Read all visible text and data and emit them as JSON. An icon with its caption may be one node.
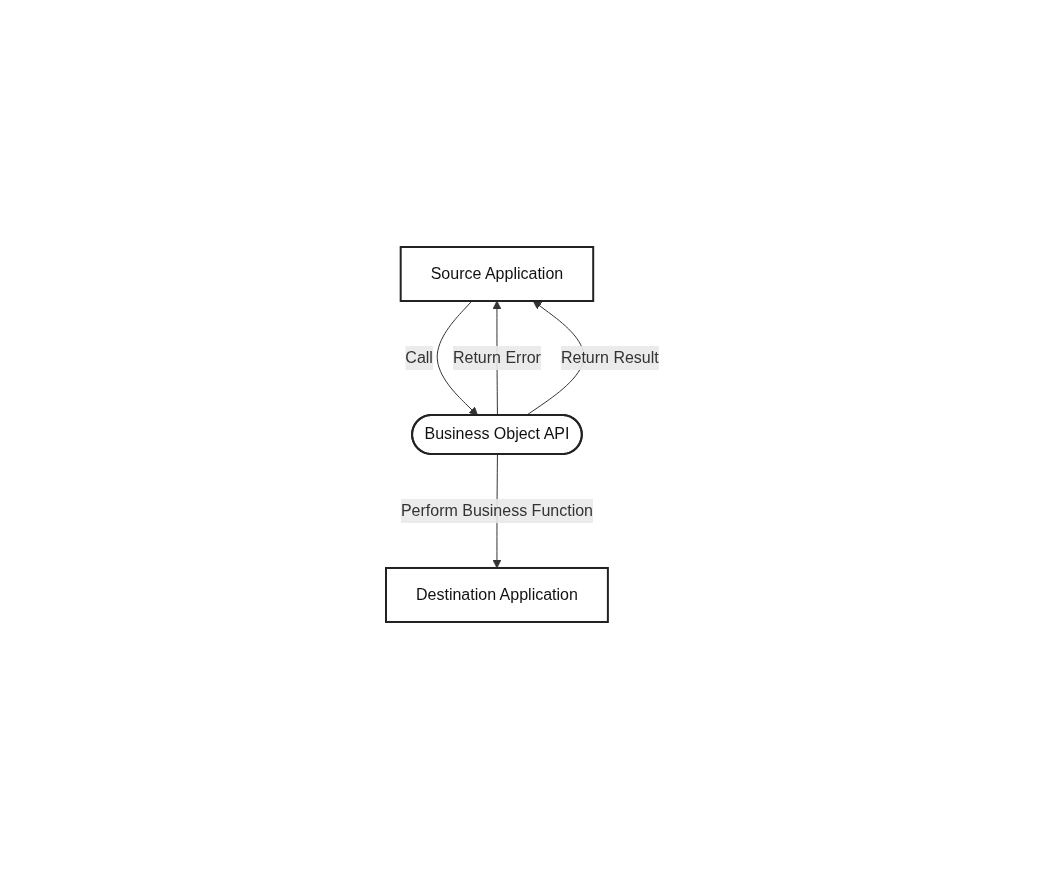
{
  "diagram": {
    "nodes": [
      {
        "text": [
          "Source Application"
        ]
      },
      {
        "text": [
          "Business Object API"
        ]
      },
      {
        "text": [
          "Destination Application"
        ]
      }
    ],
    "edges": [
      {
        "from": 0,
        "to": 1,
        "arrow": "to",
        "label": "Call"
      },
      {
        "from": 1,
        "to": 0,
        "arrow": "to",
        "label": "Return Error"
      },
      {
        "from": 1,
        "to": 2,
        "arrow": "to",
        "label": "Perform Business Function"
      },
      {
        "from": 1,
        "to": 0,
        "arrow": "to",
        "label": "Return Result"
      }
    ]
  }
}
